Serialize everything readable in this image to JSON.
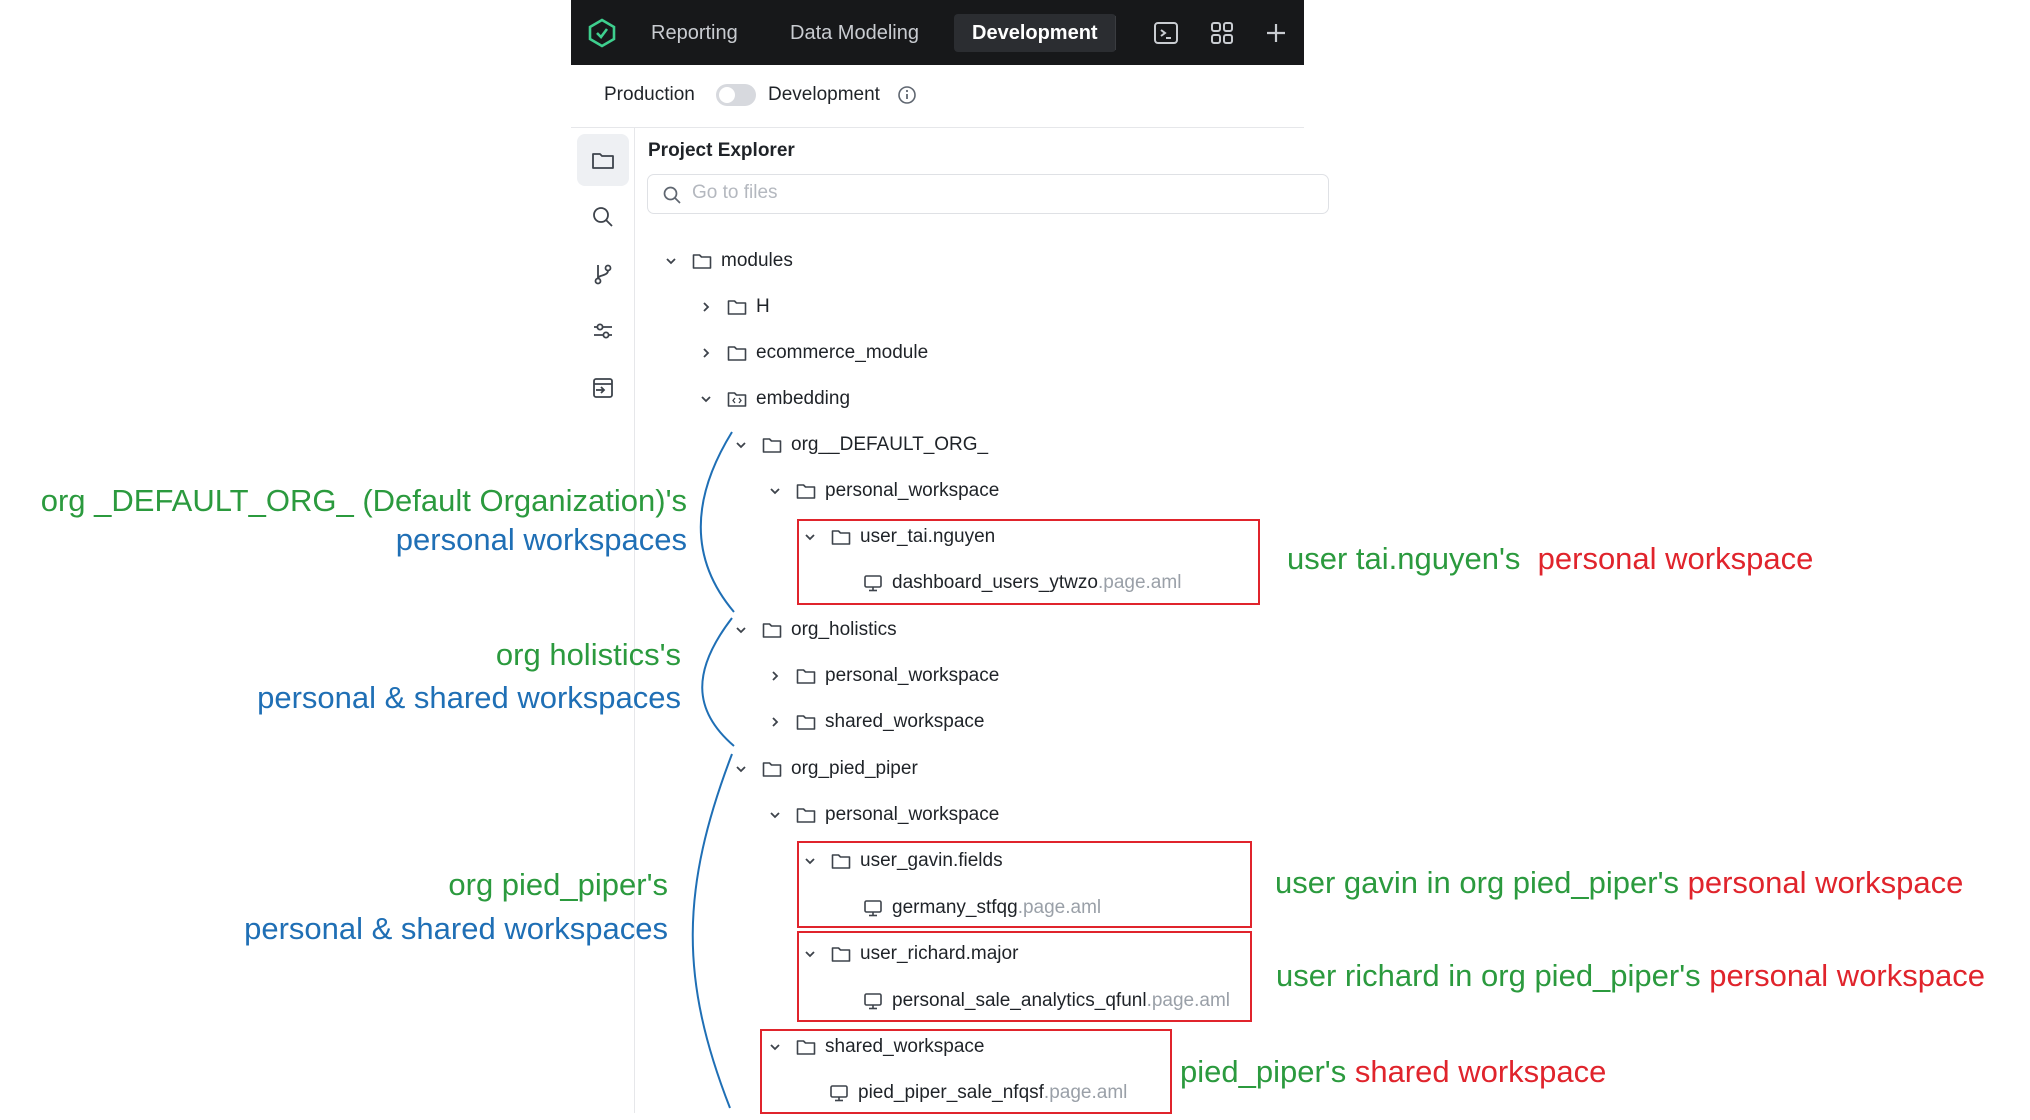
{
  "topbar": {
    "tabs": [
      "Reporting",
      "Data Modeling",
      "Development"
    ],
    "active_tab": "Development",
    "icons": [
      "logo-icon",
      "terminal-icon",
      "grid-icon",
      "plus-icon"
    ]
  },
  "modebar": {
    "production_label": "Production",
    "development_label": "Development",
    "toggle_on": false
  },
  "rail": {
    "items": [
      "folder-icon",
      "search-icon",
      "git-branch-icon",
      "settings-sliders-icon",
      "deploy-icon"
    ]
  },
  "explorer": {
    "title": "Project Explorer",
    "search_placeholder": "Go to files",
    "tree": {
      "modules": "modules",
      "h": "H",
      "ecommerce": "ecommerce_module",
      "embedding": "embedding",
      "org_default": "org__DEFAULT_ORG_",
      "default_personal": "personal_workspace",
      "user_tai": "user_tai.nguyen",
      "file_tai_name": "dashboard_users_ytwzo",
      "org_holistics": "org_holistics",
      "holistics_personal": "personal_workspace",
      "holistics_shared": "shared_workspace",
      "org_pied": "org_pied_piper",
      "pied_personal": "personal_workspace",
      "user_gavin": "user_gavin.fields",
      "file_gavin_name": "germany_stfqg",
      "user_richard": "user_richard.major",
      "file_richard_name": "personal_sale_analytics_qfunl",
      "pied_shared": "shared_workspace",
      "file_pied_name": "pied_piper_sale_nfqsf",
      "ext": ".page.aml"
    }
  },
  "annotations": {
    "default_org_line1": "org _DEFAULT_ORG_ (Default Organization)'s",
    "default_org_line2": "personal workspaces",
    "holistics_line1": "org holistics's",
    "holistics_line2": "personal & shared workspaces",
    "pied_line1": "org pied_piper's",
    "pied_line2": "personal & shared workspaces",
    "tai_green": "user tai.nguyen's",
    "tai_red": "personal workspace",
    "gavin_green": "user gavin in org pied_piper's",
    "gavin_red": "personal workspace",
    "richard_green": "user richard in org pied_piper's",
    "richard_red": "personal workspace",
    "shared_green": "pied_piper's",
    "shared_red": "shared workspace"
  },
  "colors": {
    "topbar": "#17181a",
    "annotation_green": "#2b9a3e",
    "annotation_blue": "#1f6fb5",
    "annotation_red": "#e0242c"
  }
}
